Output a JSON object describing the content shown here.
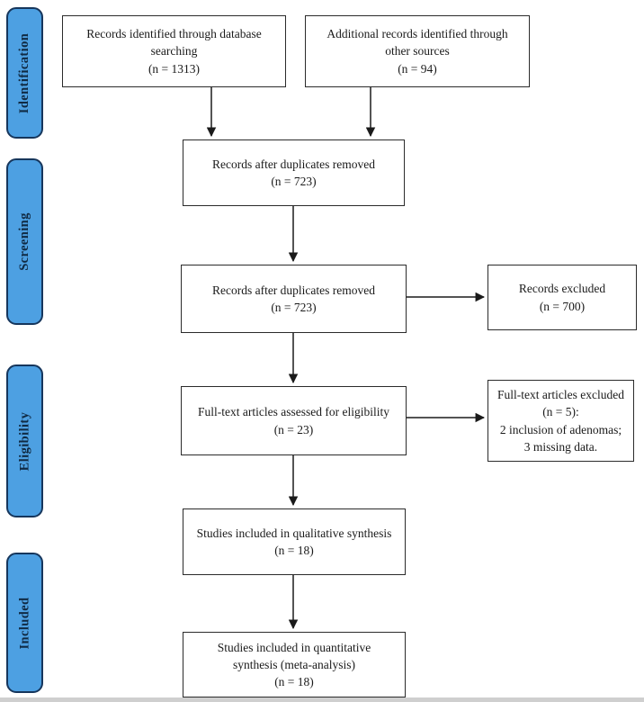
{
  "figure": {
    "type": "prisma-flow-diagram",
    "stages": [
      {
        "label": "Identification"
      },
      {
        "label": "Screening"
      },
      {
        "label": "Eligibility"
      },
      {
        "label": "Included"
      }
    ],
    "boxes": {
      "identified_database": {
        "text": "Records identified through database\nsearching\n(n = 1313)"
      },
      "identified_other": {
        "text": "Additional records identified through\nother sources\n(n = 94)"
      },
      "after_duplicates_1": {
        "text": "Records after duplicates removed\n(n = 723)"
      },
      "after_duplicates_2": {
        "text": "Records after duplicates removed\n(n = 723)"
      },
      "records_excluded": {
        "text": "Records excluded\n(n = 700)"
      },
      "fulltext_assessed": {
        "text": "Full-text articles assessed for eligibility\n(n = 23)"
      },
      "fulltext_excluded": {
        "text": "Full-text articles excluded\n(n = 5):\n2 inclusion of adenomas;\n3 missing data."
      },
      "qualitative_synthesis": {
        "text": "Studies included in qualitative synthesis\n(n = 18)"
      },
      "quantitative_synthesis": {
        "text": "Studies included in quantitative\nsynthesis (meta-analysis)\n(n = 18)"
      }
    },
    "colors": {
      "stage_fill": "#4da0e2",
      "stage_border": "#16365c",
      "stage_text": "#102a43",
      "box_border": "#2b2b2b",
      "arrow": "#1a1a1a"
    }
  }
}
